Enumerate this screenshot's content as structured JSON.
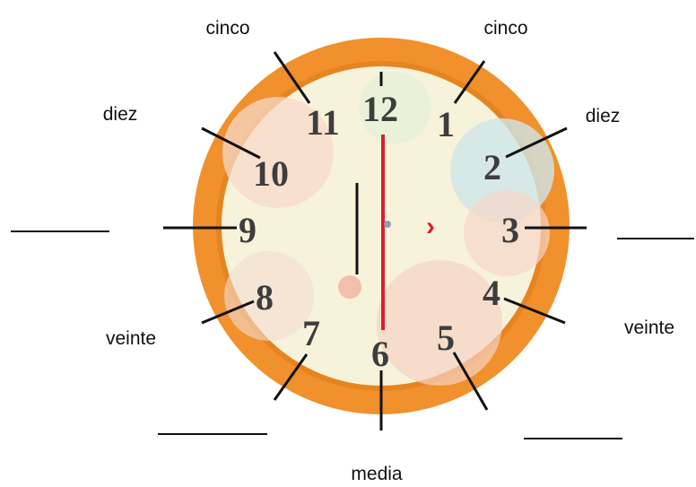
{
  "clock": {
    "numbers": [
      "12",
      "1",
      "2",
      "3",
      "4",
      "5",
      "6",
      "7",
      "8",
      "9",
      "10",
      "11"
    ],
    "center_mark": "›"
  },
  "labels": {
    "cinco_left": "cinco",
    "cinco_right": "cinco",
    "diez_left": "diez",
    "diez_right": "diez",
    "veinte_left": "veinte",
    "veinte_right": "veinte",
    "media": "media"
  },
  "colors": {
    "rim": "#f0912d",
    "rim_dark": "#e07e1f",
    "face": "#f6f3da",
    "minute_hand": "#d9202a",
    "hour_hand": "#111111",
    "numbers": "#3d3d3d"
  }
}
